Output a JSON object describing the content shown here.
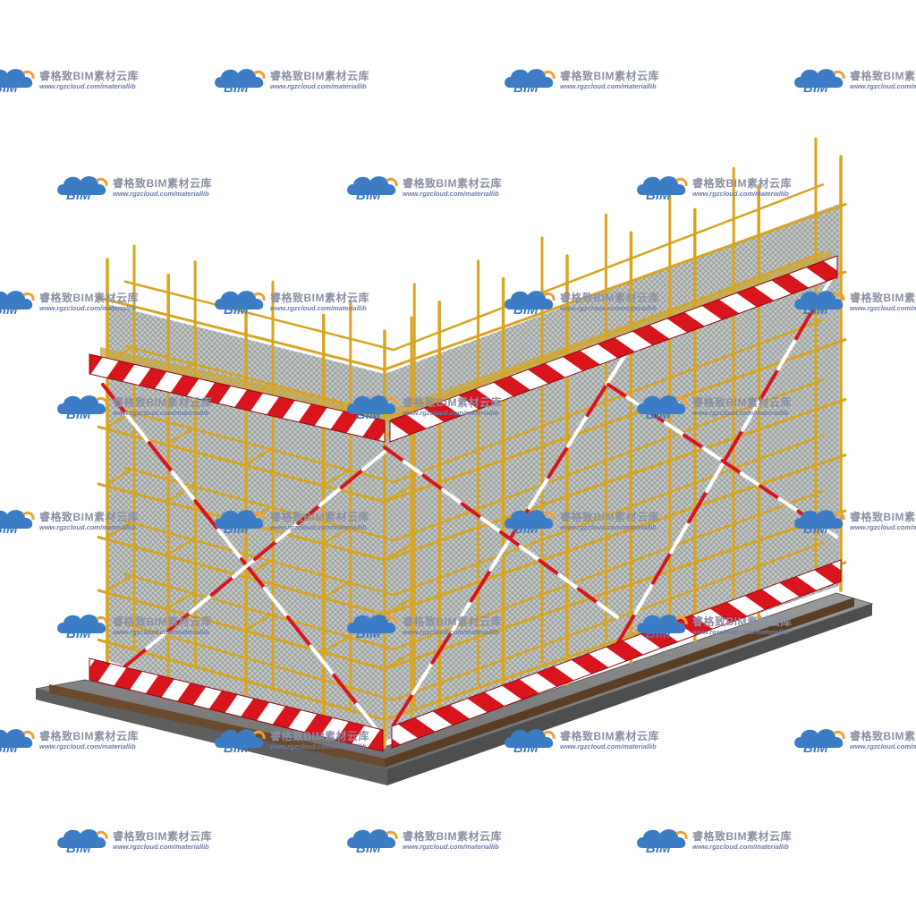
{
  "watermark": {
    "logo_text": "BIM",
    "brand": "睿格致BIM素材云库",
    "url": "www.rgzcloud.com/materiallib",
    "logo_blue": "#3c7cc4",
    "logo_orange": "#f0a030"
  },
  "scene": {
    "subject": "scaffold-corner",
    "colors": {
      "pipe": "#d9a520",
      "mesh": "#9aa3a0",
      "board_red": "#d8141c",
      "board_white": "#ffffff",
      "timber": "#6b4a2e",
      "slab": "#8c8c8c"
    }
  }
}
